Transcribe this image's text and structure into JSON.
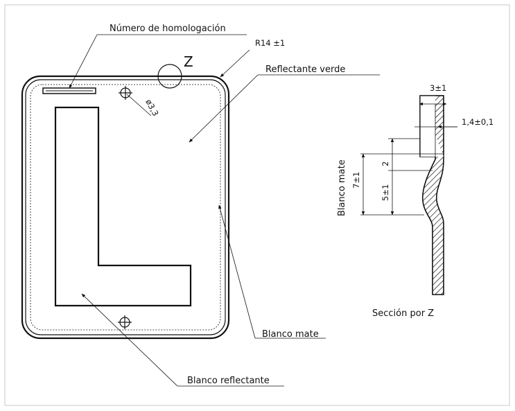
{
  "labels": {
    "homologation": "Número de homologación",
    "radius": "R14 ±1",
    "zone": "Z",
    "reflective_green": "Reflectante verde",
    "hole_dia": "ø3,3",
    "matte_white_right": "Blanco mate",
    "reflective_white": "Blanco reflectante",
    "section_title": "Sección por Z",
    "dim_top": "3±1",
    "dim_offset": "1,4±0,1",
    "section_matte_white": "Blanco mate",
    "dim_total": "7±1",
    "dim_lower": "5±1",
    "dim_upper": "2"
  },
  "colors": {
    "line": "#111111",
    "background": "#ffffff",
    "frame": "#c8c8c8"
  }
}
